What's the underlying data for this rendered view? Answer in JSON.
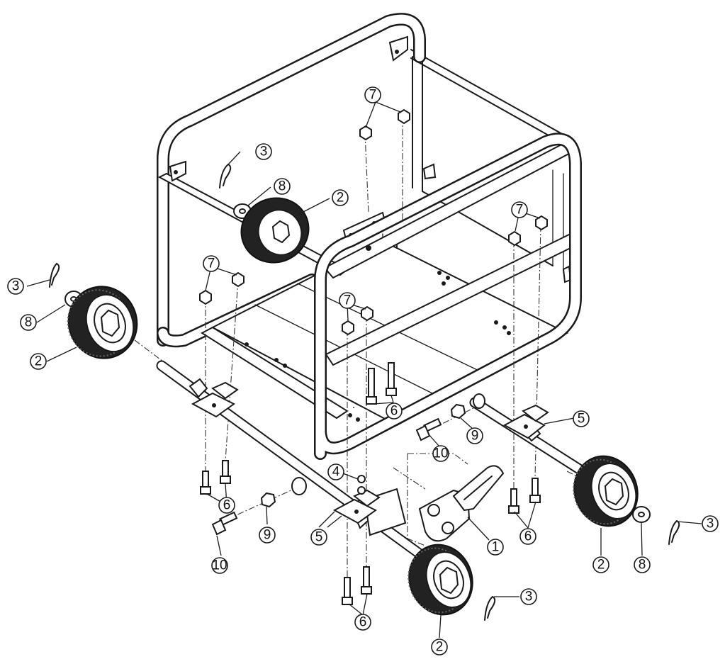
{
  "diagram": {
    "callout_numbers": {
      "c1": "1",
      "c2": "2",
      "c3": "3",
      "c4": "4",
      "c5": "5",
      "c6": "6",
      "c7": "7",
      "c8": "8",
      "c9": "9",
      "c10": "10"
    }
  }
}
